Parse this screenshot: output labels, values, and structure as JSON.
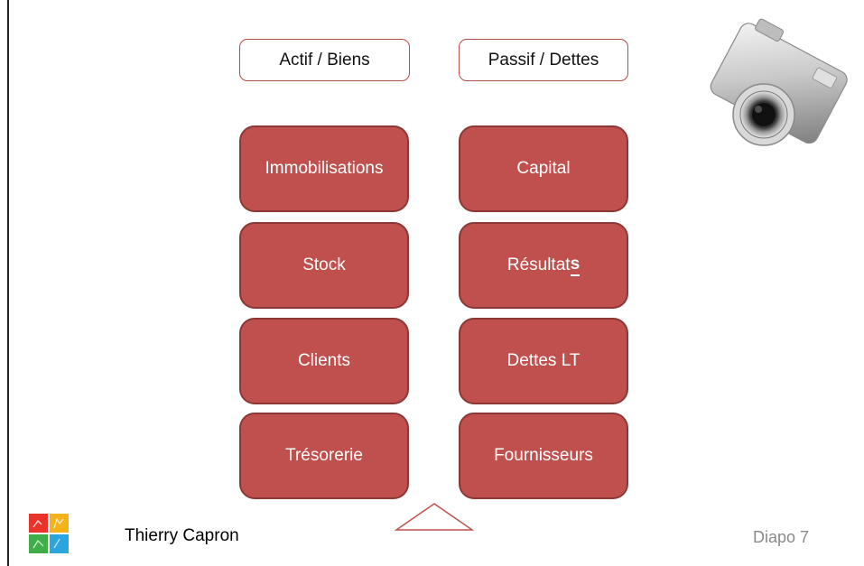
{
  "headers": {
    "left": "Actif / Biens",
    "right": "Passif / Dettes"
  },
  "assets": [
    "Immobilisations",
    "Stock",
    "Clients",
    "Trésorerie"
  ],
  "liabilities": {
    "capital": "Capital",
    "resultats_main": "Résultat",
    "resultats_suffix": "s",
    "dettes_lt": "Dettes LT",
    "fournisseurs": "Fournisseurs"
  },
  "footer": {
    "author": "Thierry Capron",
    "slide": "Diapo 7"
  },
  "colors": {
    "cell_fill": "#c0504d",
    "cell_border": "#8c3836",
    "header_border": "#b84a48"
  },
  "icons": [
    "camera-icon",
    "logo-icon",
    "triangle-icon"
  ]
}
